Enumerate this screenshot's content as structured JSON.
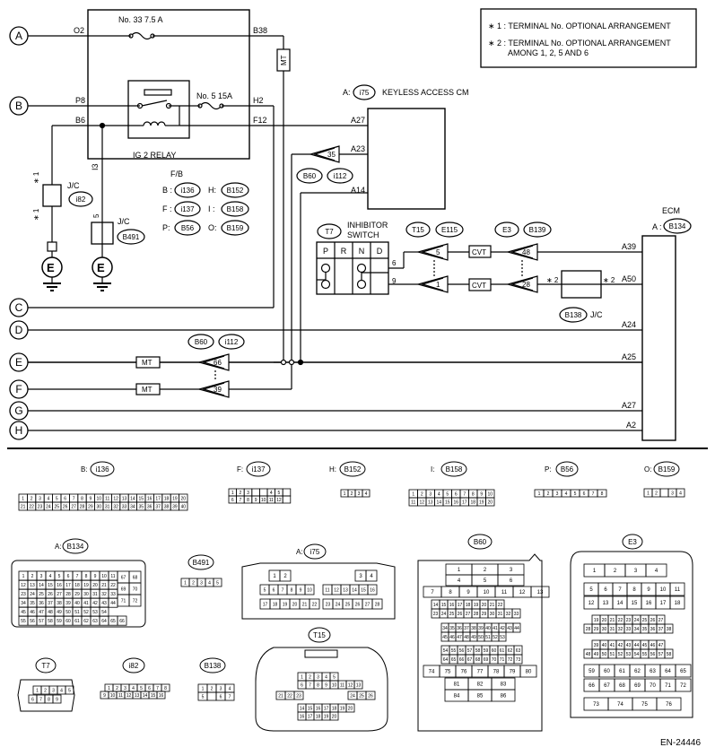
{
  "notes": {
    "n1": "∗ 1  : TERMINAL No. OPTIONAL ARRANGEMENT",
    "n2": "∗ 2  : TERMINAL No. OPTIONAL ARRANGEMENT",
    "n2b": "AMONG 1, 2, 5 AND 6"
  },
  "bus": [
    "A",
    "B",
    "C",
    "D",
    "E",
    "F",
    "G",
    "H"
  ],
  "fuse33": "No. 33  7.5 A",
  "fuse5": "No. 5   15A",
  "relay": "IG 2 RELAY",
  "fb": "F/B",
  "fb_legend": [
    {
      "k": "B :",
      "v": "i136"
    },
    {
      "k": "H:",
      "v": "B152"
    },
    {
      "k": "F :",
      "v": "i137"
    },
    {
      "k": "I :",
      "v": "B158"
    },
    {
      "k": "P:",
      "v": "B56"
    },
    {
      "k": "O:",
      "v": "B159"
    }
  ],
  "pins": {
    "o2": "O2",
    "p8": "P8",
    "b6": "B6",
    "b38": "B38",
    "h2": "H2",
    "f12": "F12",
    "i3": "I3",
    "a27": "A27",
    "a23": "A23",
    "a14": "A14",
    "c35": "35",
    "a39": "A39",
    "a50": "A50",
    "a24": "A24",
    "a25": "A25",
    "a27e": "A27",
    "a2": "A2",
    "p6": "6",
    "p9": "9",
    "c5": "5",
    "c1": "1",
    "c48": "48",
    "c28": "28",
    "c66": "66",
    "c39": "39",
    "s1": "∗ 1",
    "s1b": "∗ 1",
    "s2a": "∗ 2",
    "s2b": "∗ 2",
    "jc5": "5"
  },
  "mt": "MT",
  "cvt": "CVT",
  "kacm": {
    "prefix": "A:",
    "conn": "i75",
    "label": "KEYLESS ACCESS CM"
  },
  "ecm": {
    "label": "ECM",
    "prefix": "A :",
    "conn": "B134"
  },
  "conns": {
    "b60": "B60",
    "i112": "i112",
    "t15": "T15",
    "e115": "E115",
    "e3": "E3",
    "b139": "B139",
    "b138": "B138",
    "i82": "i82",
    "b491": "B491"
  },
  "jc": "J/C",
  "ground": "E",
  "inhibitor": {
    "id": "T7",
    "label1": "INHIBITOR",
    "label2": "SWITCH",
    "pos": [
      "P",
      "R",
      "N",
      "D"
    ]
  },
  "bottom": {
    "b_i136": "B:",
    "f_i137": "F:",
    "h_b152": "H:",
    "i_b158": "I:",
    "p_b56": "P:",
    "o_b159": "O:",
    "a_b134": "A:",
    "a_i75": "A:",
    "i136": "i136",
    "i137": "i137",
    "b152": "B152",
    "b158": "B158",
    "b56": "B56",
    "b159": "B159",
    "b134": "B134",
    "b491": "B491",
    "i75": "i75",
    "b60": "B60",
    "e3": "E3",
    "t7": "T7",
    "i82": "i82",
    "b138": "B138",
    "t15": "T15"
  },
  "code": "EN-24446"
}
